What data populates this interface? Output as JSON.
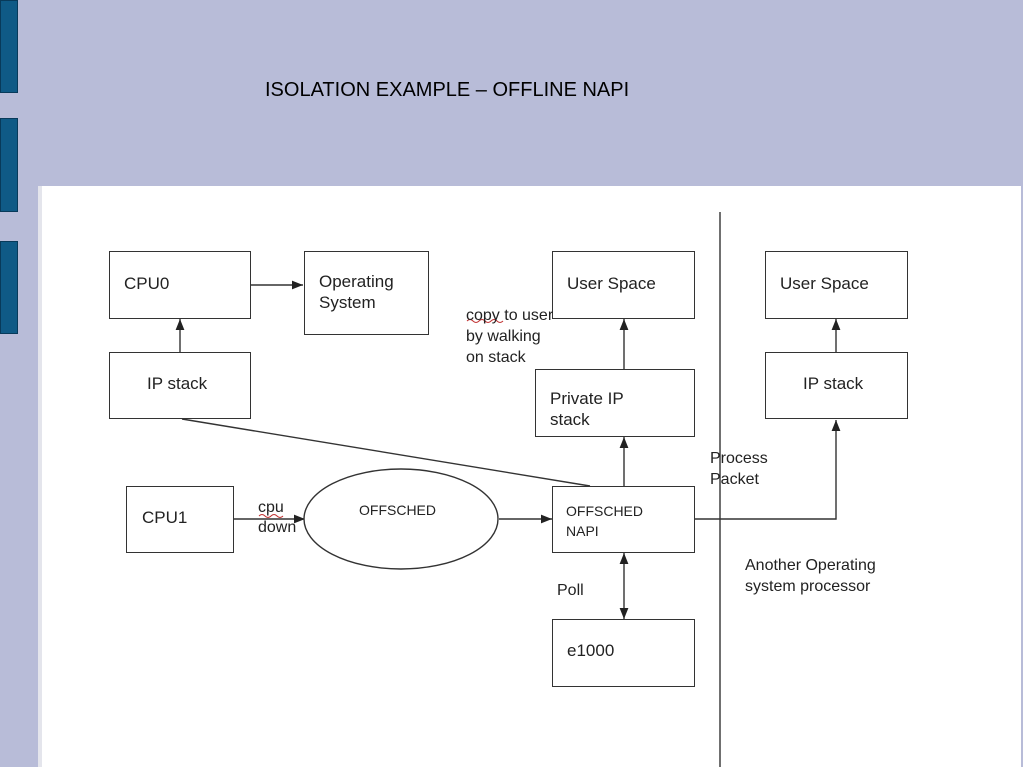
{
  "slide": {
    "title": "ISOLATION EXAMPLE – OFFLINE NAPI",
    "accent_color": "#0f5a86",
    "background_color": "#b8bcd8"
  },
  "diagram": {
    "boxes": {
      "cpu0": "CPU0",
      "operating_system": "Operating\nSystem",
      "ip_stack_left": "IP stack",
      "cpu1": "CPU1",
      "user_space_middle": "User Space",
      "private_ip_stack": "Private IP\nstack",
      "offsched_napi": "OFFSCHED\nNAPI",
      "e1000": "e1000",
      "user_space_right": "User Space",
      "ip_stack_right": "IP stack"
    },
    "ellipse": {
      "offsched": "OFFSCHED"
    },
    "labels": {
      "copy_to_user": "copy to user\nby walking\non stack",
      "cpu_down": "cpu\ndown",
      "process_packet": "Process\nPacket",
      "poll": "Poll",
      "another_os": "Another Operating\nsystem processor"
    }
  }
}
